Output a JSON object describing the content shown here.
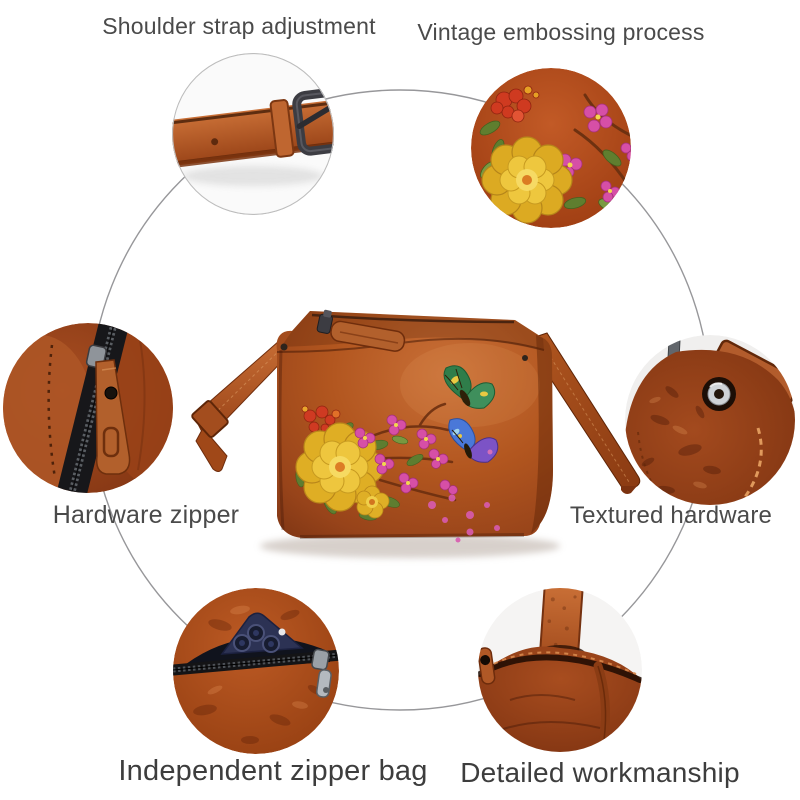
{
  "page": {
    "type": "product-feature-showcase",
    "background": "#ffffff",
    "product_name": "embossed-leather-crossbody-bag"
  },
  "features": [
    {
      "id": "shoulder-strap-adjustment",
      "label": "Shoulder strap adjustment",
      "callout": "strap-buckle-detail",
      "position": "top-left"
    },
    {
      "id": "vintage-embossing-process",
      "label": "Vintage embossing process",
      "callout": "embossed-flowers-detail",
      "position": "top-right"
    },
    {
      "id": "hardware-zipper",
      "label": "Hardware zipper",
      "callout": "zipper-pull-detail",
      "position": "middle-left"
    },
    {
      "id": "textured-hardware",
      "label": "Textured hardware",
      "callout": "grommet-detail",
      "position": "middle-right"
    },
    {
      "id": "independent-zipper-bag",
      "label": "Independent zipper bag",
      "callout": "phone-pocket-detail",
      "position": "bottom-left"
    },
    {
      "id": "detailed-workmanship",
      "label": "Detailed workmanship",
      "callout": "strap-stitching-detail",
      "position": "bottom-right"
    }
  ],
  "colors": {
    "label_text": "#4a4a4a",
    "label_text_bottom": "#3d3d3d",
    "ring_line": "#97979a",
    "leather_main": "#a9501f",
    "leather_light": "#c97038",
    "leather_dark": "#7e3514",
    "strap": "#b65e2c",
    "peony_yellow": "#e8bd32",
    "blossom_pink": "#d64fa6",
    "flower_red": "#cf3a22",
    "leaf_green": "#5f7d2f",
    "butterfly_green": "#2f7d4a",
    "butterfly_blue": "#4a78d8",
    "butterfly_purple": "#7c53c6",
    "zipper_black": "#1a1a1c",
    "metal_silver": "#c9ccd0",
    "buckle_gunmetal": "#3c3c42",
    "phone_navy": "#2c3254"
  }
}
